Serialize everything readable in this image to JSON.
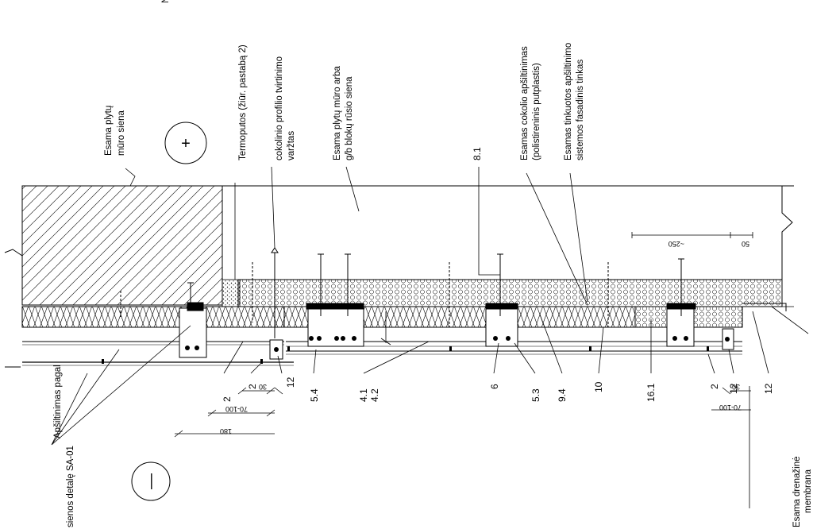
{
  "labels": {
    "top_cut": "N",
    "esama_siena_1": "Esama plytų",
    "esama_siena_2": "mūro siena",
    "termoputos": "Termoputos (žiūr. pastabą 2)",
    "cokolinio_1": "cokolinio profilio tvirtinimo",
    "cokolinio_2": "varžtas",
    "blokai_1": "Esama plytų mūro arba",
    "blokai_2": "g/b blokų rūsio siena",
    "cokolio_1": "Esamas cokolio apšiltinimas",
    "cokolio_2": "(polistireninis putplastis)",
    "tinkas_1": "Esamas tinkuotos apšiltinimo",
    "tinkas_2": "sistemos fasadinis tinkas",
    "apsiltinimas_1": "Apšiltinimas pagal",
    "apsiltinimas_2": "sienos detalę SA-01",
    "membrana_1": "Esama drenažinė",
    "membrana_2": "membrana",
    "plus": "+",
    "minus": "—"
  },
  "numbers": {
    "n2a": "2",
    "n2b": "2",
    "n12a": "12",
    "n54": "5.4",
    "n41": "4.1",
    "n42": "4.2",
    "n6": "6",
    "n53": "5.3",
    "n94": "9.4",
    "n10": "10",
    "n161": "16.1",
    "n2c": "2",
    "n12b": "12",
    "n12c": "12",
    "n81": "8.1"
  },
  "dimensions": {
    "d30a": "30",
    "d70100a": "70-100",
    "d180": "180",
    "d30b": "30",
    "d70100b": "70-100",
    "d250": "~250",
    "d50": "50"
  }
}
